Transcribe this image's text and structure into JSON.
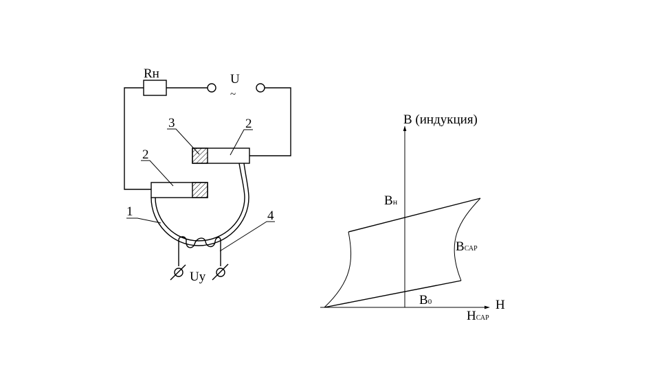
{
  "circuit": {
    "resistor_label": "Rн",
    "source_label": "U",
    "ac_symbol": "~",
    "control_voltage_label": "Uy",
    "callouts": [
      "1",
      "2",
      "2",
      "3",
      "4"
    ]
  },
  "graph": {
    "y_axis_label": "B (индукция)",
    "x_axis_label": "H",
    "b_h_label": "B",
    "b_h_sub": "н",
    "b_sat_label": "B",
    "b_sat_sub": "САР",
    "b0_label": "B",
    "b0_sub": "0",
    "h_sat_label": "H",
    "h_sat_sub": "САР"
  }
}
